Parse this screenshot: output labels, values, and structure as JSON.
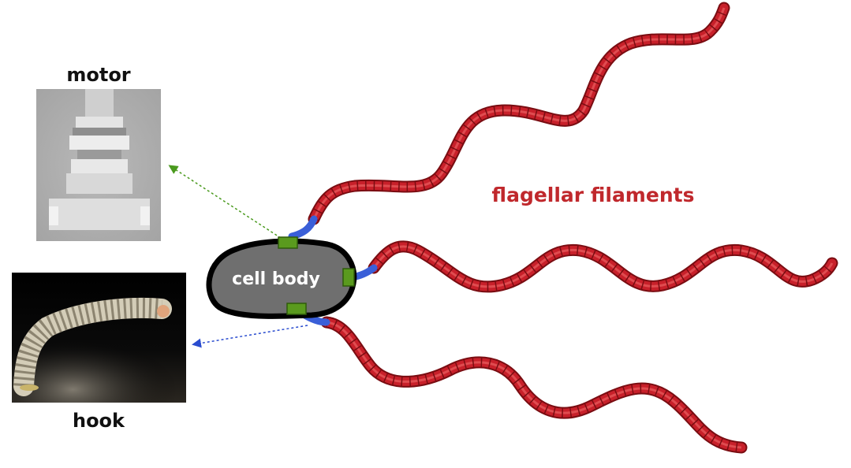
{
  "labels": {
    "motor": "motor",
    "hook": "hook",
    "cell_body": "cell body",
    "filaments": "flagellar filaments"
  },
  "colors": {
    "filament": "#c8202a",
    "filament_dark": "#7a0d12",
    "filament_highlight": "#ee6a6a",
    "hook_segment": "#3a5fd8",
    "motor_box": "#5a9a1e",
    "cell_body_fill": "#6f6f6f",
    "cell_body_stroke": "#000000",
    "label_text": "#111111",
    "filament_label": "#c0282c",
    "motor_arrow": "#4a9a1e",
    "hook_arrow": "#2a4ccf"
  },
  "icons": {
    "motor_image": "cryo-em-motor-micrograph",
    "hook_image": "hook-3d-render"
  }
}
